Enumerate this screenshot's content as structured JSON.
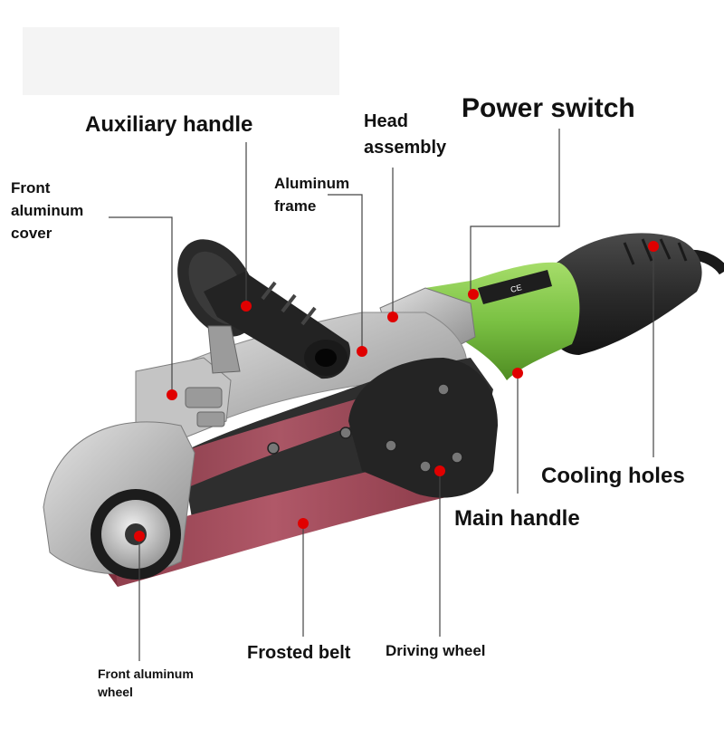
{
  "diagram": {
    "labels": {
      "power_switch": "Power switch",
      "auxiliary_handle": "Auxiliary handle",
      "head_assembly_1": "Head",
      "head_assembly_2": "assembly",
      "front_aluminum_cover_1": "Front",
      "front_aluminum_cover_2": "aluminum",
      "front_aluminum_cover_3": "cover",
      "aluminum_frame_1": "Aluminum",
      "aluminum_frame_2": "frame",
      "cooling_holes": "Cooling holes",
      "main_handle": "Main handle",
      "frosted_belt": "Frosted belt",
      "driving_wheel": "Driving wheel",
      "front_aluminum_wheel_1": "Front aluminum",
      "front_aluminum_wheel_2": "wheel"
    },
    "tool_label_text": "CE",
    "colors": {
      "marker": "#e00000",
      "leader": "#444444",
      "motor_green": "#7ac143",
      "motor_black": "#2b2b2b",
      "aluminum": "#b8b8b8",
      "belt": "#a85060",
      "arm_dark": "#2e2e2e"
    }
  }
}
